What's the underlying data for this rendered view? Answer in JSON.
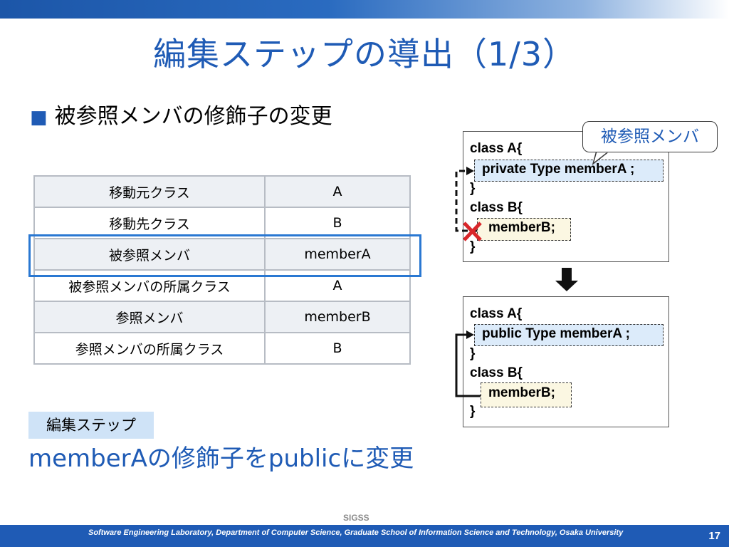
{
  "title": "編集ステップの導出（1/3）",
  "bullet": "被参照メンバの修飾子の変更",
  "table": {
    "rows": [
      {
        "key": "移動元クラス",
        "value": "A"
      },
      {
        "key": "移動先クラス",
        "value": "B"
      },
      {
        "key": "被参照メンバ",
        "value": "memberA"
      },
      {
        "key": "被参照メンバの所属クラス",
        "value": "A"
      },
      {
        "key": "参照メンバ",
        "value": "memberB"
      },
      {
        "key": "参照メンバの所属クラス",
        "value": "B"
      }
    ]
  },
  "step": {
    "label": "編集ステップ",
    "text": "memberAの修飾子をpublicに変更"
  },
  "callout": "被参照メンバ",
  "code_before": {
    "line1": "class A{",
    "member_a": "private Type memberA ;",
    "close1": "}",
    "line2": "class B{",
    "member_b": "memberB;",
    "close2": "}"
  },
  "code_after": {
    "line1": "class A{",
    "member_a": "public Type memberA ;",
    "close1": "}",
    "line2": "class B{",
    "member_b": "memberB;",
    "close2": "}"
  },
  "footer": {
    "brand": "SIGSS",
    "text": "Software Engineering Laboratory,  Department of Computer Science,  Graduate School of Information Science and Technology,  Osaka University",
    "page": "17"
  },
  "colors": {
    "accent": "#1f5bb5",
    "highlight_border": "#2a78d2",
    "cross": "#d9262a"
  },
  "icons": [
    "bullet-square-icon",
    "down-arrow-icon",
    "cross-icon"
  ]
}
